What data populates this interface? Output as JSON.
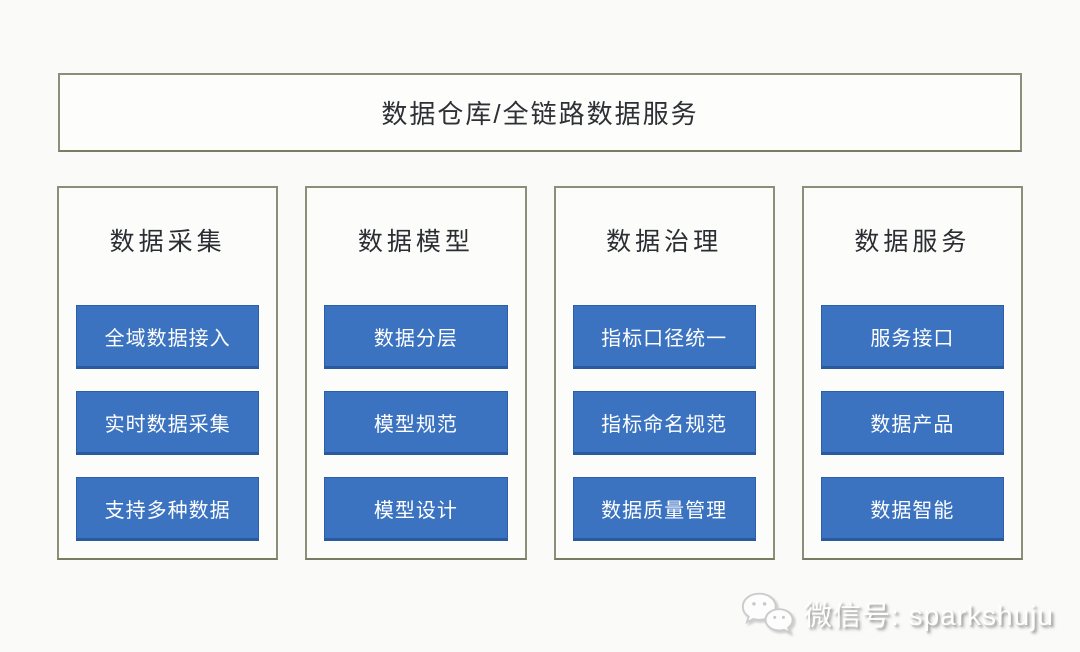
{
  "banner": {
    "title": "数据仓库/全链路数据服务"
  },
  "columns": [
    {
      "header": "数据采集",
      "items": [
        "全域数据接入",
        "实时数据采集",
        "支持多种数据"
      ]
    },
    {
      "header": "数据模型",
      "items": [
        "数据分层",
        "模型规范",
        "模型设计"
      ]
    },
    {
      "header": "数据治理",
      "items": [
        "指标口径统一",
        "指标命名规范",
        "数据质量管理"
      ]
    },
    {
      "header": "数据服务",
      "items": [
        "服务接口",
        "数据产品",
        "数据智能"
      ]
    }
  ],
  "watermark": {
    "icon": "wechat-icon",
    "label": "微信号: sparkshuju"
  },
  "colors": {
    "background": "#fafbf8",
    "box_border_green": "#8a9078",
    "block_blue": "#3b73c1",
    "block_border_blue": "#2d5fa6",
    "heading_text": "#2e3036",
    "block_text": "#ffffff",
    "watermark_text": "#ffffff"
  }
}
